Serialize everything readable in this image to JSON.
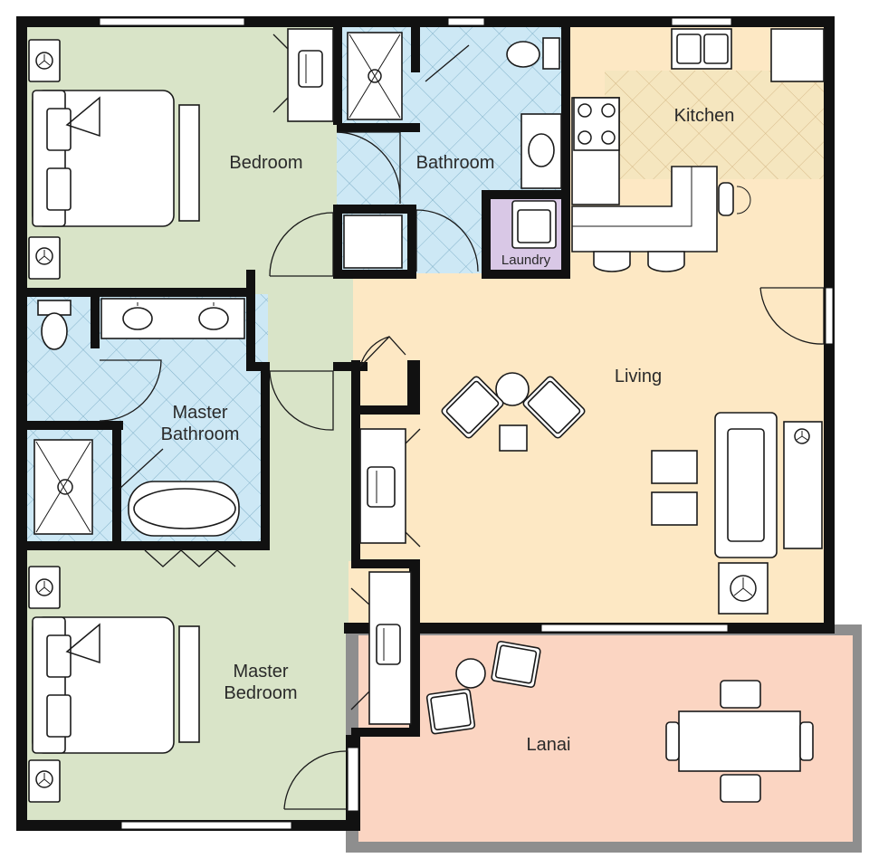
{
  "plan": {
    "rooms": [
      {
        "id": "bedroom",
        "lines": [
          "Bedroom"
        ]
      },
      {
        "id": "bathroom",
        "lines": [
          "Bathroom"
        ]
      },
      {
        "id": "kitchen",
        "lines": [
          "Kitchen"
        ]
      },
      {
        "id": "laundry",
        "lines": [
          "Laundry"
        ]
      },
      {
        "id": "living",
        "lines": [
          "Living"
        ]
      },
      {
        "id": "master-bathroom",
        "lines": [
          "Master",
          "Bathroom"
        ]
      },
      {
        "id": "master-bedroom",
        "lines": [
          "Master",
          "Bedroom"
        ]
      },
      {
        "id": "lanai",
        "lines": [
          "Lanai"
        ]
      }
    ],
    "colors": {
      "bedroom": "#d9e4c8",
      "bathroom": "#cde8f5",
      "kitchen": "#f5e6bf",
      "laundry": "#d9c8e6",
      "living": "#fde8c4",
      "lanai": "#fbd5c2",
      "walls": "#111111",
      "lanai_border": "#8e8e8e"
    }
  }
}
